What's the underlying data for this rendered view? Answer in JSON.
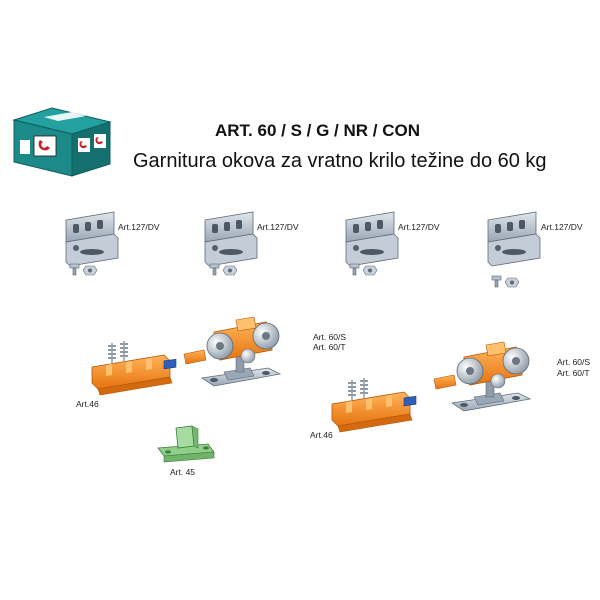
{
  "header": {
    "title": "ART. 60 / S / G / NR / CON",
    "subtitle": "Garnitura okova za vratno krilo težine do 60 kg"
  },
  "logo": {
    "icon": "brand-box-logo-icon",
    "colors": {
      "teal": "#1d8a8a",
      "red": "#c8202a",
      "dark": "#1a1a1a"
    }
  },
  "brackets": [
    {
      "label": "Art.127/DV"
    },
    {
      "label": "Art.127/DV"
    },
    {
      "label": "Art.127/DV"
    },
    {
      "label": "Art.127/DV"
    }
  ],
  "rollers": [
    {
      "label_a": "Art. 60/S",
      "label_b": "Art. 60/T"
    },
    {
      "label_a": "Art. 60/S",
      "label_b": "Art. 60/T"
    }
  ],
  "stoppers": [
    {
      "label": "Art.46"
    },
    {
      "label": "Art.46"
    }
  ],
  "floor_guide": {
    "label": "Art. 45"
  },
  "colors": {
    "steel": "#b9c3cf",
    "steel_dark": "#7c8a99",
    "orange": "#f08a1e",
    "orange_dark": "#c8650c",
    "green": "#8fcf8a",
    "blue": "#2f5fb8"
  }
}
